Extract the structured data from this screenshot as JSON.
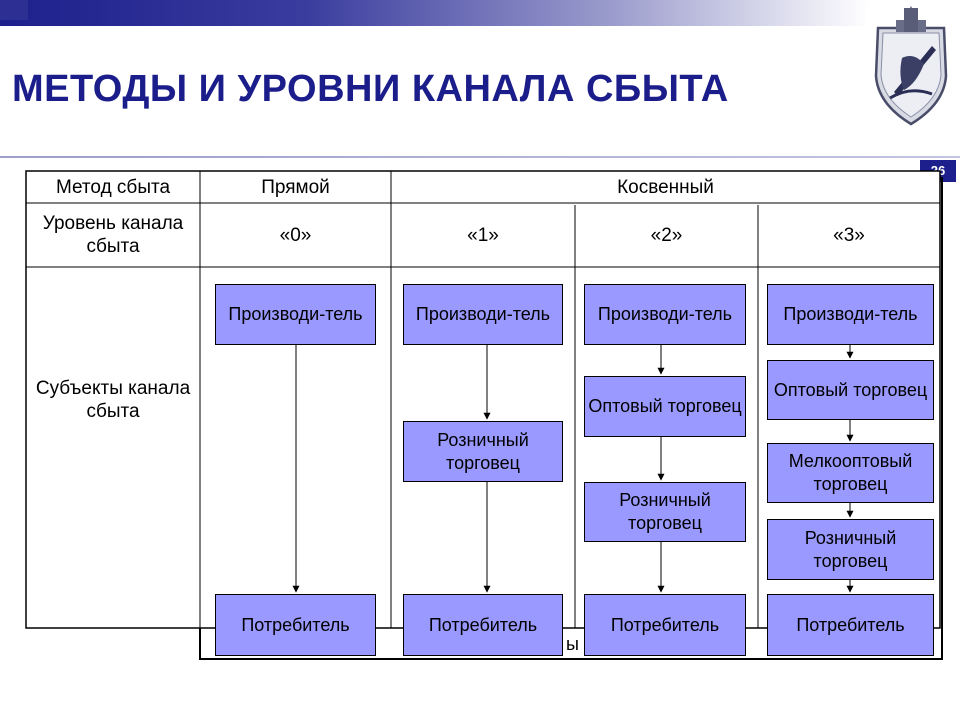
{
  "slide": {
    "title": "МЕТОДЫ И УРОВНИ КАНАЛА СБЫТА",
    "page_number": "26",
    "accent_color": "#1b1d8a",
    "box_color": "#9999ff"
  },
  "table": {
    "method_label": "Метод сбыта",
    "method_direct": "Прямой",
    "method_indirect": "Косвенный",
    "level_label": "Уровень канала сбыта",
    "levels": [
      "«0»",
      "«1»",
      "«2»",
      "«3»"
    ],
    "subjects_label": "Субъекты канала сбыта",
    "obscured_text_fragment": "ы"
  },
  "channels": [
    {
      "producer": "Производи-тель",
      "intermediaries": [],
      "consumer": "Потребитель"
    },
    {
      "producer": "Производи-тель",
      "intermediaries": [
        "Розничный торговец"
      ],
      "consumer": "Потребитель"
    },
    {
      "producer": "Производи-тель",
      "intermediaries": [
        "Оптовый торговец",
        "Розничный торговец"
      ],
      "consumer": "Потребитель"
    },
    {
      "producer": "Производи-тель",
      "intermediaries": [
        "Оптовый торговец",
        "Мелкооптовый торговец",
        "Розничный торговец"
      ],
      "consumer": "Потребитель"
    }
  ]
}
